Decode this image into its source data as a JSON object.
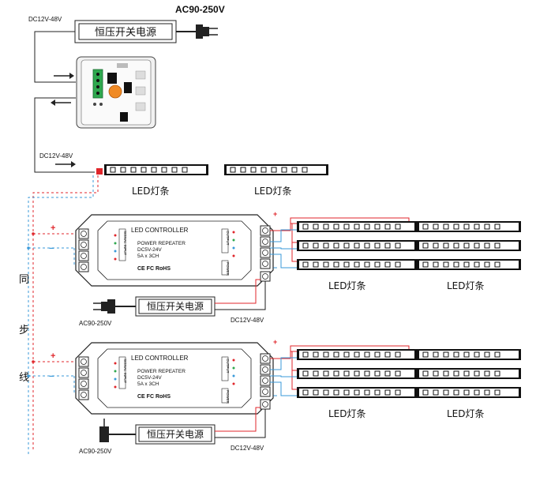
{
  "top": {
    "ac_label": "AC90-250V",
    "dc_label_1": "DC12V-48V",
    "psu_label": "恒压开关电源",
    "dc_label_2": "DC12V-48V"
  },
  "strip_label": "LED灯条",
  "controller": {
    "title": "LED CONTROLLER",
    "line1": "POWER REPEATER",
    "line2": "DC5V-24V",
    "line3": "5A x 3CH",
    "certs": "CE FC RoHS",
    "signal_in": "SIGNAL INPUT",
    "output": "OUTPUT",
    "power": "POWER"
  },
  "repeaters": [
    {
      "psu_label": "恒压开关电源",
      "ac_label": "AC90-250V",
      "dc_label": "DC12V-48V",
      "plus": "+",
      "minus": "−"
    },
    {
      "psu_label": "恒压开关电源",
      "ac_label": "AC90-250V",
      "dc_label": "DC12V-48V",
      "plus": "+",
      "minus": "−"
    }
  ],
  "sync_line": [
    "同",
    "步",
    "线"
  ],
  "colors": {
    "red": "#e0262b",
    "blue": "#3a9ad9",
    "black": "#1a1a1a",
    "green": "#2fa84f",
    "orange": "#f08a24"
  }
}
